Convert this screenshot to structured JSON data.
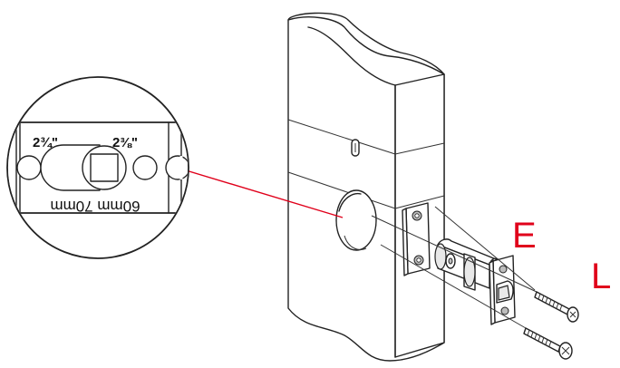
{
  "diagram": {
    "labels": {
      "label_e": "E",
      "label_l": "L"
    },
    "zoom_callout": {
      "backset_left": "2¾\"",
      "backset_right": "2⅜\"",
      "mm_text": "60mm 70mm"
    },
    "colors": {
      "accent": "#e0001b",
      "line": "#222222"
    }
  }
}
